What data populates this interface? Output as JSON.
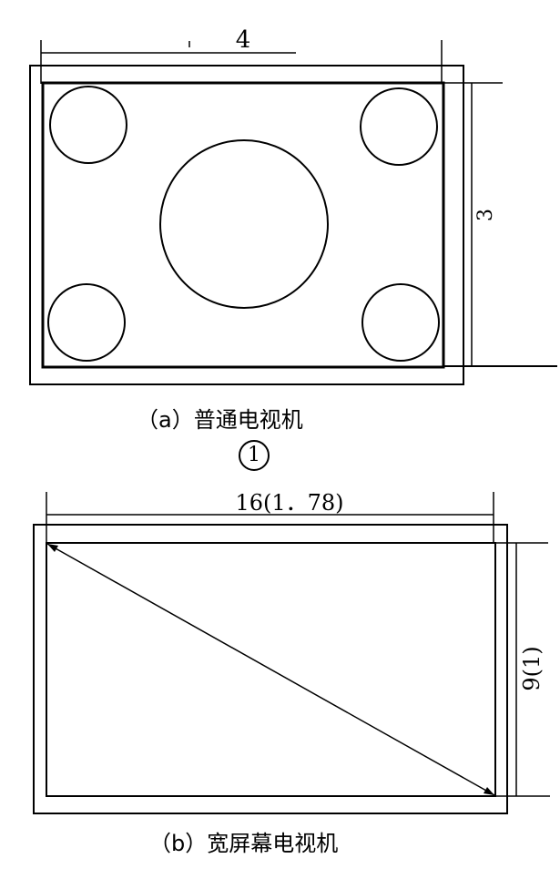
{
  "figure_a": {
    "width_label": "4",
    "height_label": "3",
    "caption": "（a）普通电视机"
  },
  "badge": "1",
  "figure_b": {
    "width_label": "16(1．78)",
    "height_label": "9(1)",
    "caption": "（b）宽屏幕电视机"
  }
}
